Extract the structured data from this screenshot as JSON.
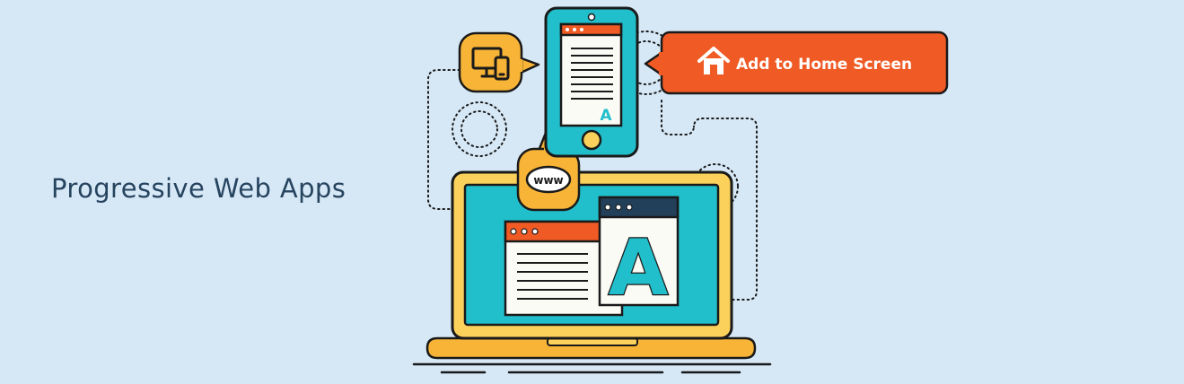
{
  "heading": {
    "title": "Progressive Web Apps"
  },
  "callout": {
    "label": "Add to Home Screen",
    "icon": "home-icon"
  },
  "bubble": {
    "label": "www"
  },
  "phone_screen": {
    "glyph": "A"
  },
  "browser_window": {
    "glyph": "A"
  },
  "icons": {
    "devices": "devices-icon",
    "home": "home-icon"
  },
  "colors": {
    "background": "#d6e8f6",
    "outline": "#1a1a1a",
    "teal": "#21bfcb",
    "orange": "#f05a24",
    "yellow": "#fcd15b",
    "amber": "#f7b437",
    "navy": "#23405a",
    "paper": "#fbfbf6"
  }
}
